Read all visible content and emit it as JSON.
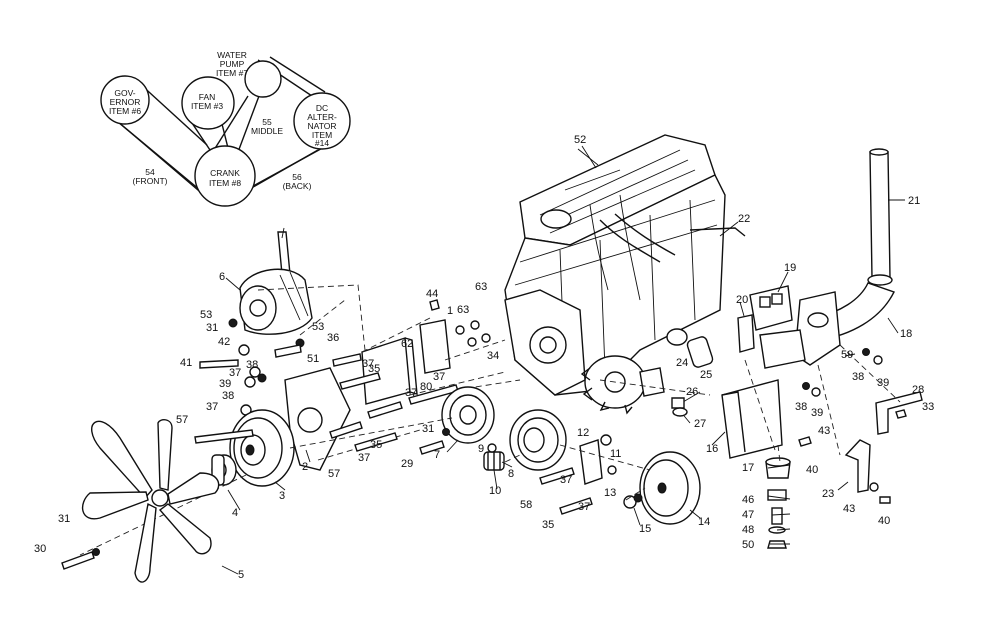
{
  "belt_diagram": {
    "governor": [
      "GOV-",
      "ERNOR",
      "ITEM #6"
    ],
    "fan": [
      "FAN",
      "ITEM #3"
    ],
    "water_pump": [
      "WATER",
      "PUMP",
      "ITEM #7"
    ],
    "alternator": [
      "DC",
      "ALTER-",
      "NATOR",
      "ITEM",
      "#14"
    ],
    "crank": [
      "CRANK",
      "ITEM #8"
    ],
    "belt_front": [
      "54",
      "(FRONT)"
    ],
    "belt_middle": [
      "55",
      "MIDDLE"
    ],
    "belt_back": [
      "56",
      "(BACK)"
    ]
  },
  "callouts": {
    "c52": "52",
    "c22": "22",
    "c21": "21",
    "c19": "19",
    "c20": "20",
    "c18": "18",
    "c59": "59",
    "c38a": "38",
    "c39a": "39",
    "c28": "28",
    "c33": "33",
    "c38b": "38",
    "c39b": "39",
    "c16": "16",
    "c43a": "43",
    "c40a": "40",
    "c17": "17",
    "c46": "46",
    "c47": "47",
    "c48": "48",
    "c50": "50",
    "c23": "23",
    "c43b": "43",
    "c40b": "40",
    "c44": "44",
    "c1": "1",
    "c63a": "63",
    "c63b": "63",
    "c34": "34",
    "c62": "62",
    "c24": "24",
    "c25": "25",
    "c26": "26",
    "c27": "27",
    "c6": "6",
    "c53a": "53",
    "c31a": "31",
    "c42": "42",
    "c53b": "53",
    "c36": "36",
    "c51": "51",
    "c41": "41",
    "c38c": "38",
    "c37a": "37",
    "c39c": "39",
    "c37b": "37",
    "c35a": "35",
    "c80": "80",
    "c37c": "37",
    "c38d": "38",
    "c37d": "37",
    "c57a": "57",
    "c2": "2",
    "c35b": "35",
    "c37e": "37",
    "c57b": "57",
    "c37f": "37",
    "c31b": "31",
    "c7": "7",
    "c29": "29",
    "c9": "9",
    "c8": "8",
    "c10": "10",
    "c12": "12",
    "c11": "11",
    "c37g": "37",
    "c13": "13",
    "c58": "58",
    "c37h": "37",
    "c35c": "35",
    "c15": "15",
    "c14": "14",
    "c3": "3",
    "c4": "4",
    "c31c": "31",
    "c30": "30",
    "c5": "5"
  }
}
